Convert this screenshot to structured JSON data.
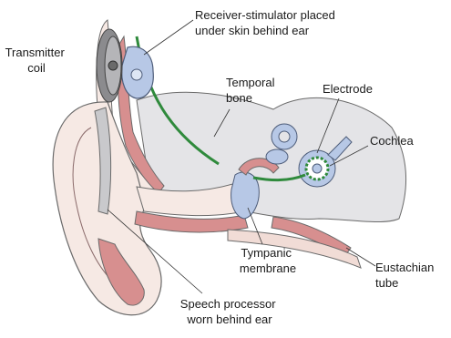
{
  "labels": {
    "transmitter_coil": [
      "Transmitter",
      "coil"
    ],
    "receiver_stimulator": [
      "Receiver-stimulator placed",
      "under skin behind ear"
    ],
    "temporal_bone": [
      "Temporal",
      "bone"
    ],
    "electrode": [
      "Electrode"
    ],
    "cochlea": [
      "Cochlea"
    ],
    "tympanic_membrane": [
      "Tympanic",
      "membrane"
    ],
    "eustachian_tube": [
      "Eustachian",
      "tube"
    ],
    "speech_processor": [
      "Speech processor",
      "worn behind ear"
    ]
  },
  "colors": {
    "skin": "#f6e9e4",
    "tissue_pink": "#d78f8f",
    "bone_gray": "#e3e3e6",
    "ossicle_blue": "#b7c8e6",
    "device_gray": "#8b8b8e",
    "wire_green": "#2f8a3c",
    "outline": "#555555"
  }
}
